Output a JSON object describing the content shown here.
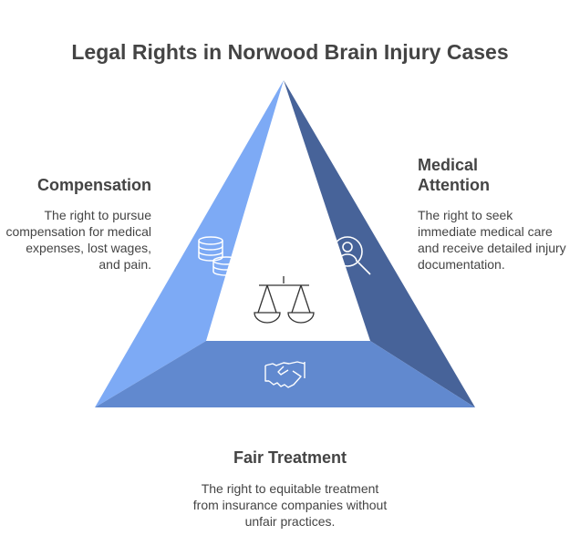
{
  "title": "Legal Rights in Norwood Brain Injury Cases",
  "sections": {
    "compensation": {
      "heading": "Compensation",
      "description": "The right to pursue compensation for medical expenses, lost wages, and pain.",
      "icon": "coins-stack-icon",
      "color": "#7DAAF5"
    },
    "medical": {
      "heading": "Medical Attention",
      "description": "The right to seek immediate medical care and receive detailed injury documentation.",
      "icon": "person-search-icon",
      "color": "#476399"
    },
    "fair": {
      "heading": "Fair Treatment",
      "description": "The right to equitable treatment from insurance companies without unfair practices.",
      "icon": "handshake-icon",
      "color": "#6189CF"
    }
  },
  "center_icon": "scales-icon"
}
